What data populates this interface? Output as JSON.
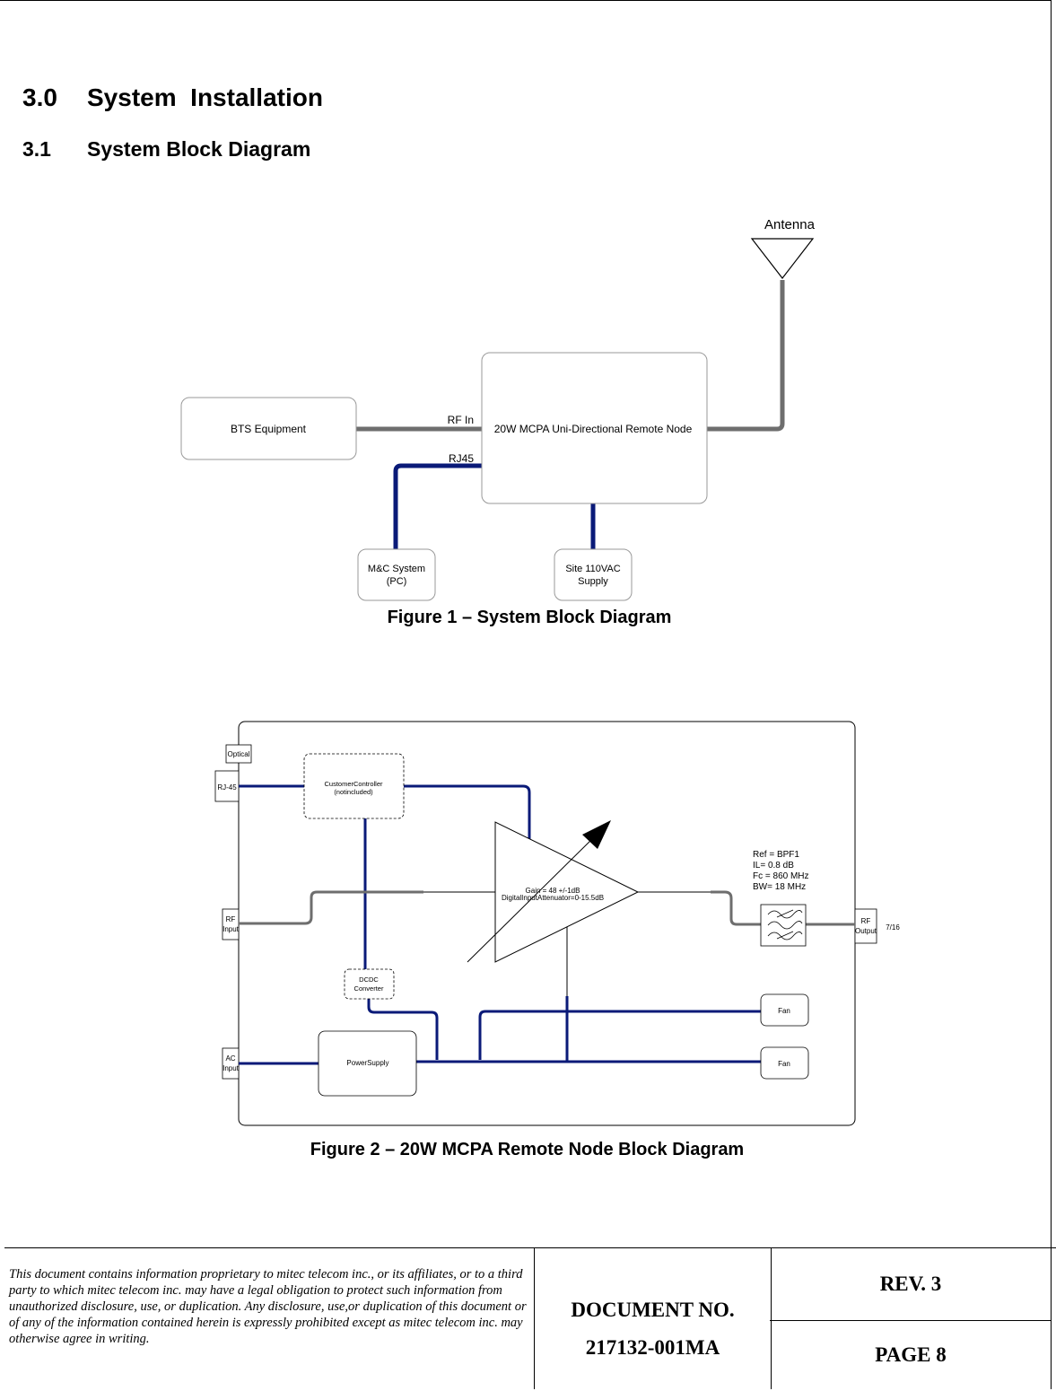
{
  "section": {
    "number": "3.0",
    "title": "System  Installation"
  },
  "subsection": {
    "number": "3.1",
    "title": "System Block Diagram"
  },
  "figure1": {
    "caption": "Figure 1 – System Block Diagram",
    "antenna_label": "Antenna",
    "bts_label": "BTS Equipment",
    "node_label": "20W  MCPA  Uni-Directional  Remote Node",
    "rf_in_label": "RF In",
    "rj45_label": "RJ45",
    "mc_line1": "M&C System",
    "mc_line2": "(PC)",
    "site_line1": "Site 110VAC",
    "site_line2": "Supply",
    "colors": {
      "rf_cable": "#6e6e6e",
      "data_cable": "#0a1a78"
    }
  },
  "figure2": {
    "caption": "Figure 2 – 20W MCPA Remote Node Block Diagram",
    "optical": "Optical",
    "rj45": "RJ-45",
    "controller_line1": "CustomerController",
    "controller_line2": "(notincluded)",
    "rf_input_line1": "RF",
    "rf_input_line2": "Input",
    "ac_input_line1": "AC",
    "ac_input_line2": "Input",
    "amp_line1": "Gain = 48 +/-1dB",
    "amp_line2": "DigitalInputAttenuator=0-15.5dB",
    "filter_ref": "Ref = BPF1",
    "filter_il": "IL= 0.8 dB",
    "filter_fc": "Fc =  860 MHz",
    "filter_bw": "BW= 18 MHz",
    "rf_output_line1": "RF",
    "rf_output_line2": "Output",
    "connector": "7/16",
    "dcdc_line1": "DCDC",
    "dcdc_line2": "Converter",
    "fan1": "Fan",
    "fan2": "Fan",
    "power_supply": "PowerSupply"
  },
  "footer": {
    "disclaimer": "This document contains information proprietary to mitec telecom inc., or its affiliates, or to a third party to which mitec telecom inc. may have a legal obligation to protect such information from unauthorized disclosure, use, or duplication. Any disclosure, use,or duplication of this document or of any of the information contained herein is expressly prohibited except as mitec telecom inc. may otherwise agree in writing.",
    "doc_label": "DOCUMENT NO.",
    "doc_number": "217132-001MA",
    "rev": "REV. 3",
    "page": "PAGE 8"
  }
}
